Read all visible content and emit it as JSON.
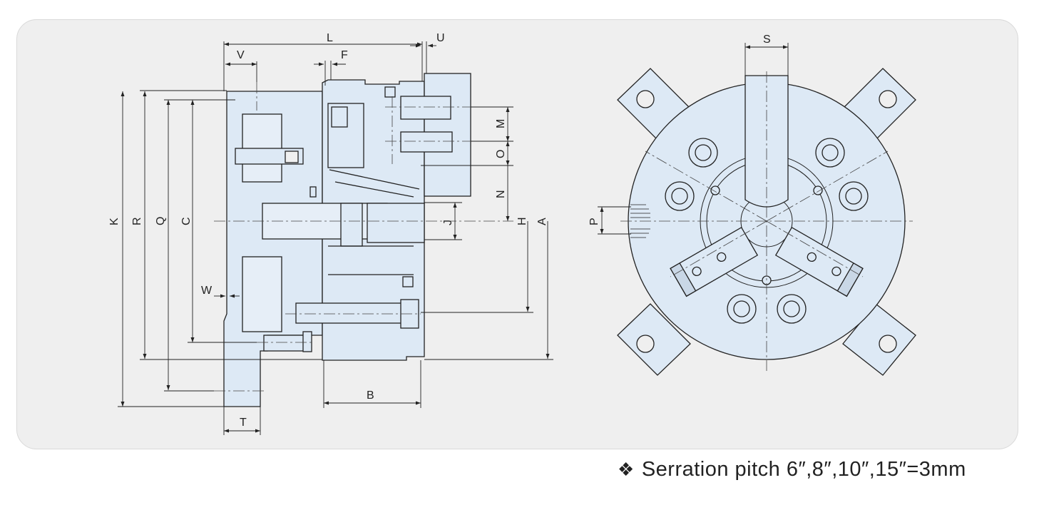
{
  "labels": {
    "L": "L",
    "U": "U",
    "V": "V",
    "F": "F",
    "S": "S",
    "M": "M",
    "O": "O",
    "N": "N",
    "J": "J",
    "H": "H",
    "A": "A",
    "K": "K",
    "R": "R",
    "Q": "Q",
    "C": "C",
    "W": "W",
    "B": "B",
    "T": "T",
    "P": "P"
  },
  "caption": {
    "symbol": "❖",
    "text": "Serration pitch 6″,8″,10″,15″=3mm"
  },
  "colors": {
    "panel": "#efefef",
    "part_fill": "#dde9f5",
    "line": "#222222"
  }
}
